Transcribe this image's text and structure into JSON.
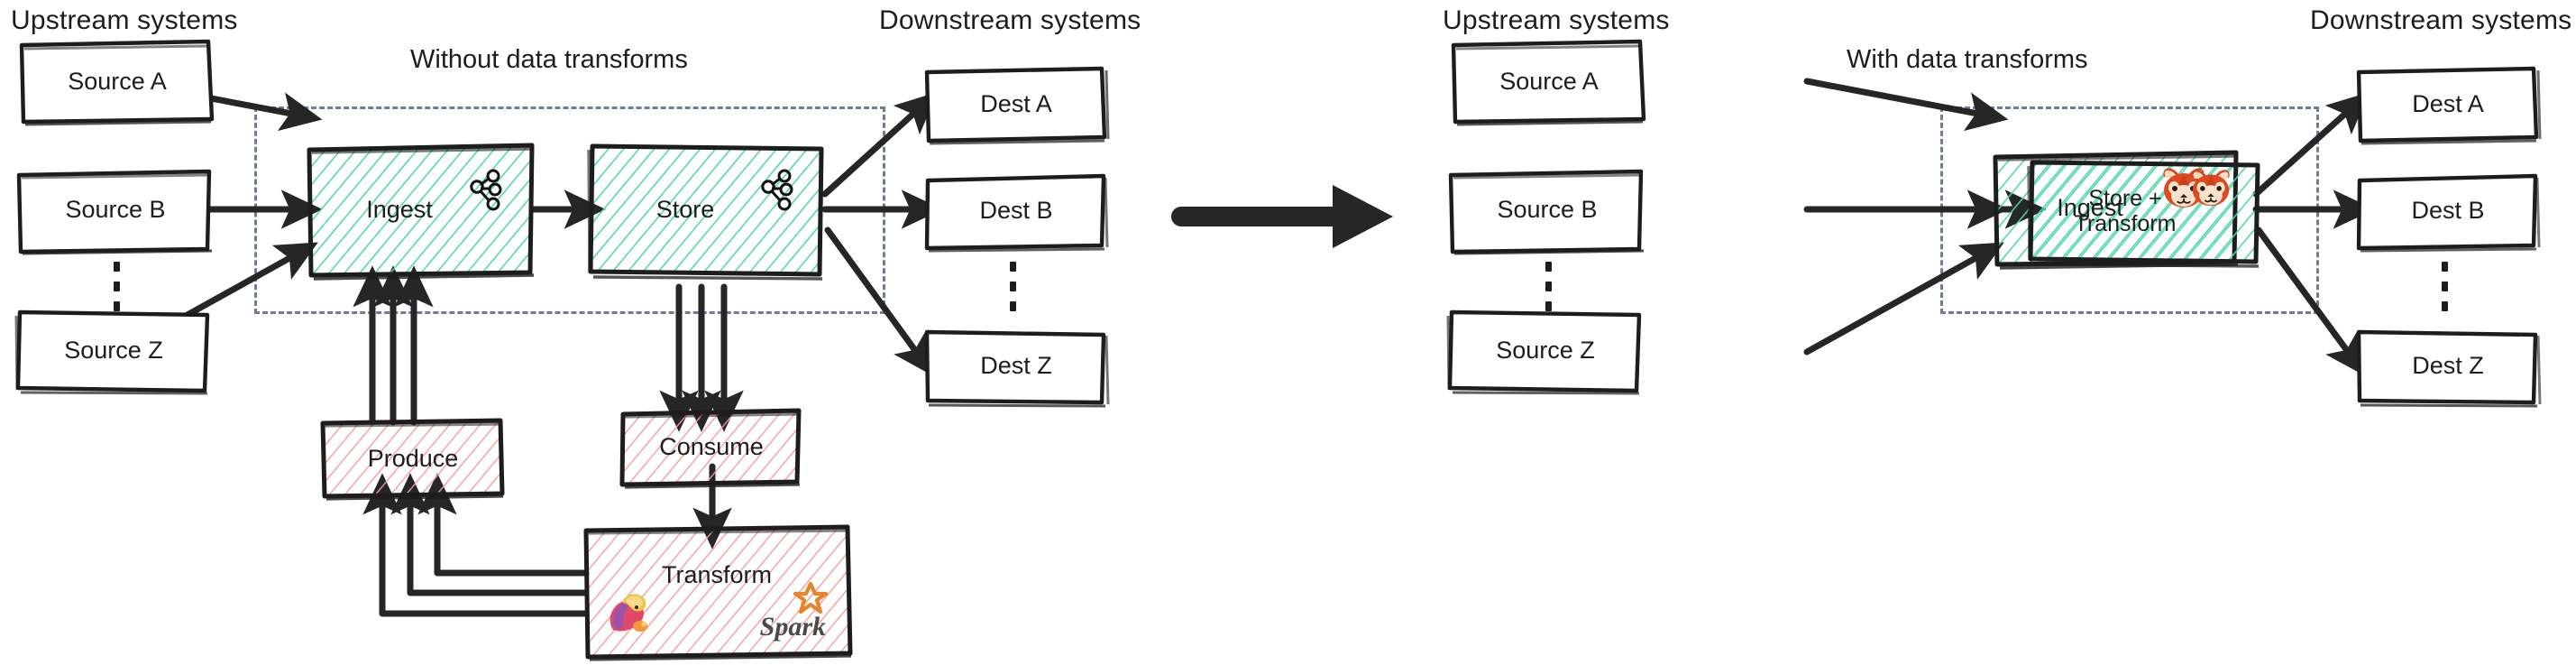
{
  "diagram": {
    "type": "architecture-comparison",
    "panels": [
      {
        "id": "without",
        "title": "Without data transforms",
        "upstream_header": "Upstream systems",
        "downstream_header": "Downstream systems",
        "sources": [
          "Source A",
          "Source B",
          "Source Z"
        ],
        "destinations": [
          "Dest A",
          "Dest B",
          "Dest Z"
        ],
        "platform_boxes": [
          {
            "label": "Ingest",
            "icon": "kafka-icon",
            "fill": "teal-hatch"
          },
          {
            "label": "Store",
            "icon": "kafka-icon",
            "fill": "teal-hatch"
          }
        ],
        "external_boxes": [
          {
            "label": "Produce",
            "icon": "none",
            "fill": "red-hatch"
          },
          {
            "label": "Consume",
            "icon": "none",
            "fill": "red-hatch"
          },
          {
            "label": "Transform",
            "icon": "flink-icon,spark-icon",
            "fill": "red-hatch"
          }
        ]
      },
      {
        "id": "with",
        "title": "With data transforms",
        "upstream_header": "Upstream systems",
        "downstream_header": "Downstream systems",
        "sources": [
          "Source A",
          "Source B",
          "Source Z"
        ],
        "destinations": [
          "Dest A",
          "Dest B",
          "Dest Z"
        ],
        "platform_boxes": [
          {
            "label": "Ingest",
            "icon": "redpanda-icon",
            "fill": "teal-hatch"
          },
          {
            "label": "Store +\nTransform",
            "icon": "redpanda-icon",
            "fill": "teal-hatch"
          }
        ],
        "external_boxes": []
      }
    ],
    "center_arrow": "right-arrow-icon",
    "spark_wordmark": "Spark",
    "colors": {
      "teal_hatch": "#49d6ae",
      "red_hatch": "#f6a6a0",
      "stroke": "#1d1d1d",
      "dashed_boundary": "#6e7c99",
      "text": "#1d1d1d",
      "spark_orange": "#e8842a"
    }
  },
  "left": {
    "title": "Without data transforms",
    "upstream_header": "Upstream systems",
    "downstream_header": "Downstream systems",
    "src_a": "Source A",
    "src_b": "Source B",
    "src_z": "Source Z",
    "ingest": "Ingest",
    "store": "Store",
    "dest_a": "Dest A",
    "dest_b": "Dest B",
    "dest_z": "Dest Z",
    "produce": "Produce",
    "consume": "Consume",
    "transform": "Transform",
    "spark": "Spark"
  },
  "right": {
    "title": "With data transforms",
    "upstream_header": "Upstream systems",
    "downstream_header": "Downstream systems",
    "src_a": "Source A",
    "src_b": "Source B",
    "src_z": "Source Z",
    "ingest": "Ingest",
    "store_line1": "Store +",
    "store_line2": "Transform",
    "dest_a": "Dest A",
    "dest_b": "Dest B",
    "dest_z": "Dest Z"
  }
}
